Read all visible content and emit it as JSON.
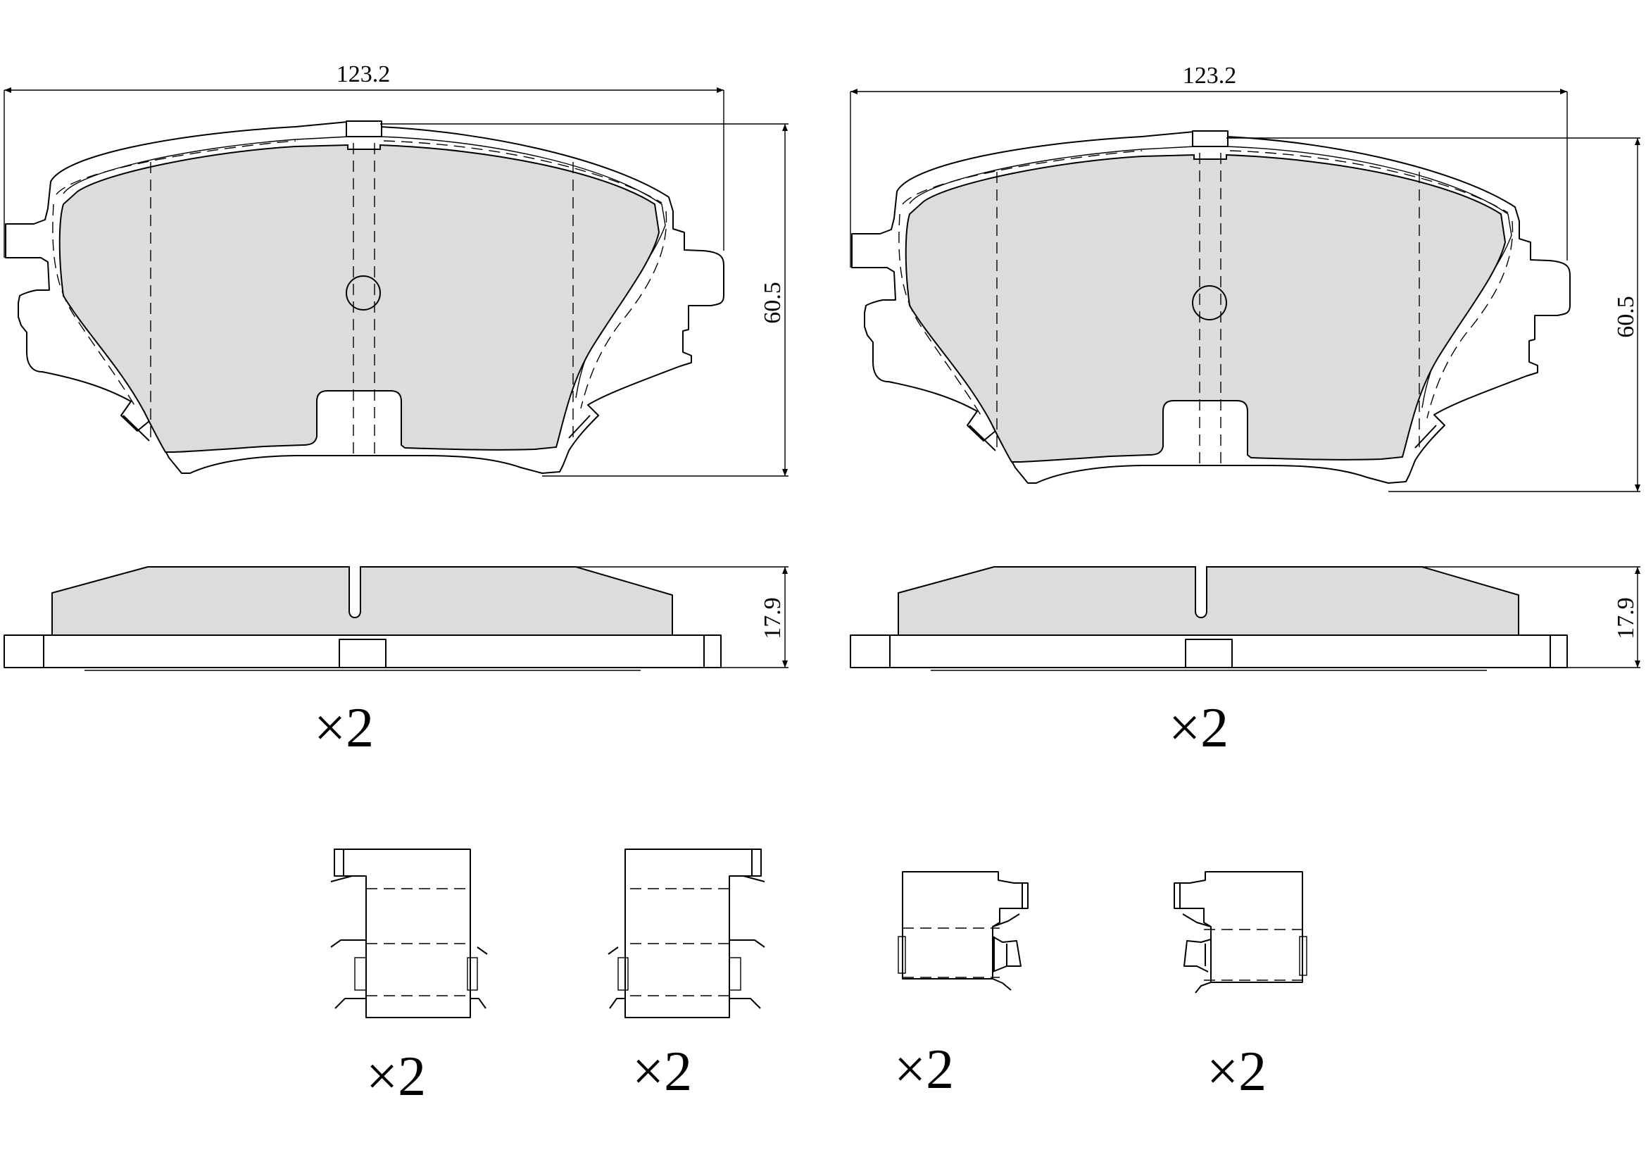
{
  "pads": [
    {
      "width_label": "123.2",
      "height_label": "60.5",
      "thickness_label": "17.9",
      "quantity": "×2"
    },
    {
      "width_label": "123.2",
      "height_label": "60.5",
      "thickness_label": "17.9",
      "quantity": "×2"
    }
  ],
  "clips": [
    {
      "quantity": "×2"
    },
    {
      "quantity": "×2"
    },
    {
      "quantity": "×2"
    },
    {
      "quantity": "×2"
    }
  ]
}
